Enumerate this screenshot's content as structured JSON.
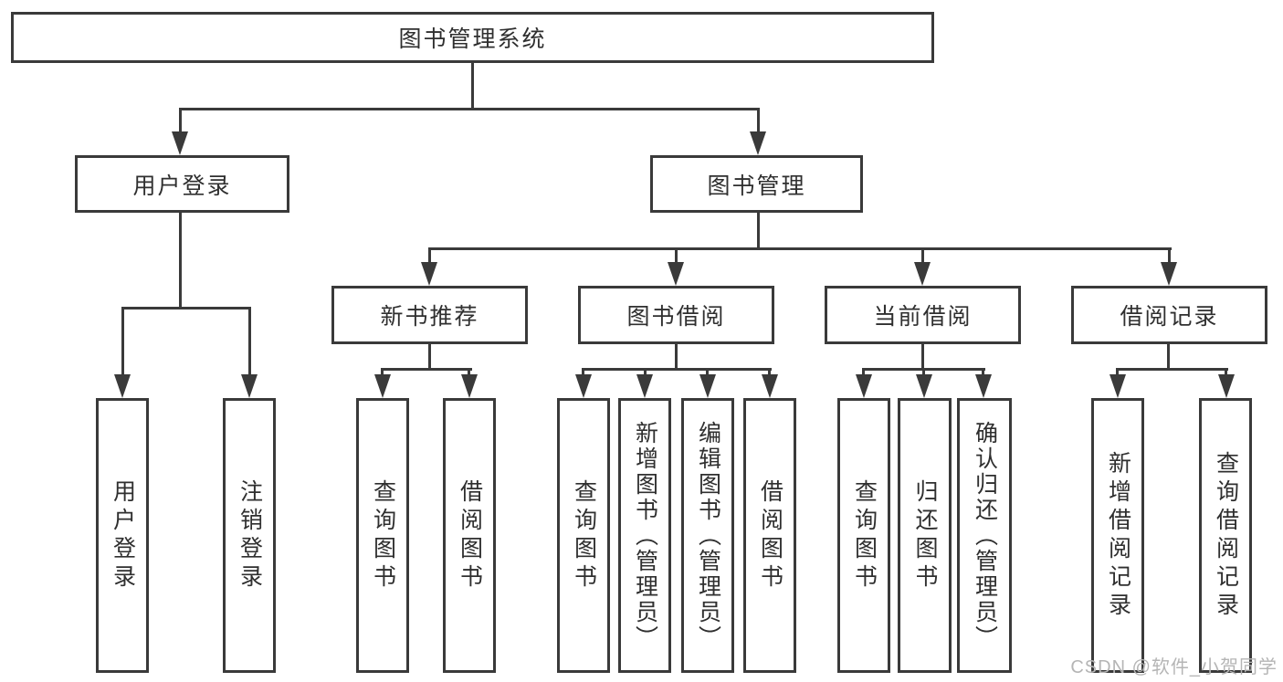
{
  "diagram": {
    "title": "图书管理系统",
    "watermark": "CSDN @软件_小贺同学",
    "colors": {
      "line": "#3a3a3a",
      "text": "#2f2f2f",
      "watermark": "#b5b5b5",
      "background": "#ffffff"
    },
    "hierarchy": {
      "label": "图书管理系统",
      "children": [
        {
          "label": "用户登录",
          "children": [
            {
              "label": "用户登录"
            },
            {
              "label": "注销登录"
            }
          ]
        },
        {
          "label": "图书管理",
          "children": [
            {
              "label": "新书推荐",
              "children": [
                {
                  "label": "查询图书"
                },
                {
                  "label": "借阅图书"
                }
              ]
            },
            {
              "label": "图书借阅",
              "children": [
                {
                  "label": "查询图书"
                },
                {
                  "label": "新增图书（管理员）"
                },
                {
                  "label": "编辑图书（管理员）"
                },
                {
                  "label": "借阅图书"
                }
              ]
            },
            {
              "label": "当前借阅",
              "children": [
                {
                  "label": "查询图书"
                },
                {
                  "label": "归还图书"
                },
                {
                  "label": "确认归还（管理员）"
                }
              ]
            },
            {
              "label": "借阅记录",
              "children": [
                {
                  "label": "新增借阅记录"
                },
                {
                  "label": "查询借阅记录"
                }
              ]
            }
          ]
        }
      ]
    }
  }
}
